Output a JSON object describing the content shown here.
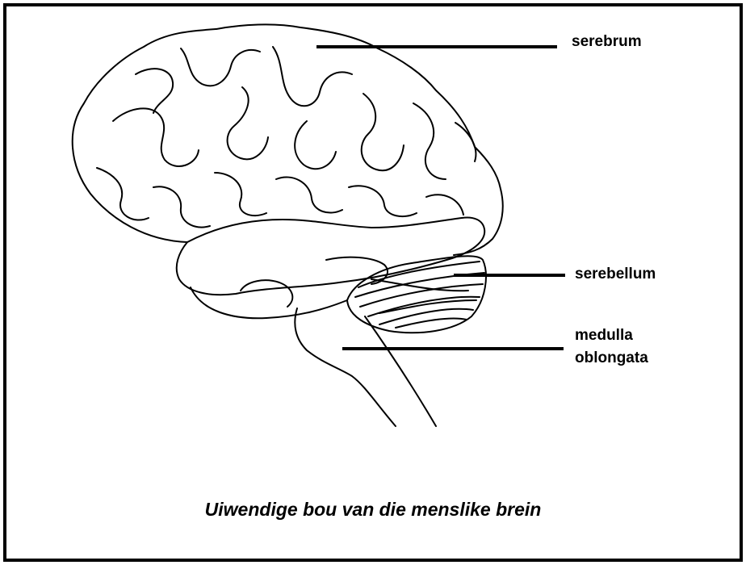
{
  "labels": {
    "serebrum": "serebrum",
    "serebellum": "serebellum",
    "medulla_line1": "medulla",
    "medulla_line2": "oblongata"
  },
  "caption": "Uiwendige bou van die menslike brein",
  "colors": {
    "ink": "#000000",
    "background": "#ffffff"
  }
}
